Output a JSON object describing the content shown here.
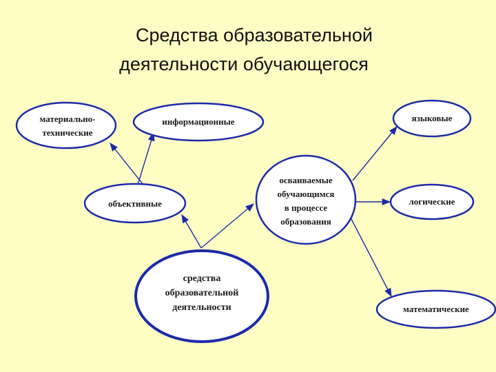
{
  "title": {
    "line1": "Средства образовательной",
    "line2": "деятельности обучающегося"
  },
  "nodes": {
    "material": [
      "материально-",
      "технические"
    ],
    "info": [
      "информационные"
    ],
    "objective": [
      "объективные"
    ],
    "learned": [
      "осваиваемые",
      "обучающимся",
      "в процессе",
      "образования"
    ],
    "means": [
      "средства",
      "образовательной",
      "деятельности"
    ],
    "language": [
      "языковые"
    ],
    "logical": [
      "логические"
    ],
    "math": [
      "математические"
    ]
  },
  "colors": {
    "background": "#fdfdc4",
    "node_stroke": "#1c2aa8",
    "edge": "#1c2aa8"
  }
}
